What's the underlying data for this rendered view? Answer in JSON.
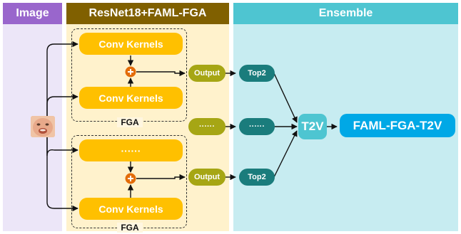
{
  "headers": {
    "image": "Image",
    "model": "ResNet18+FAML-FGA",
    "ensemble": "Ensemble"
  },
  "branches": [
    {
      "top_label": "Conv Kernels",
      "bottom_label": "Conv Kernels",
      "group_label": "FGA",
      "output_label": "Output",
      "top2_label": "Top2"
    },
    {
      "output_label": "······",
      "top2_label": "······"
    },
    {
      "top_label": "······",
      "bottom_label": "Conv Kernels",
      "group_label": "FGA",
      "output_label": "Output",
      "top2_label": "Top2"
    }
  ],
  "t2v_label": "T2V",
  "result_label": "FAML-FGA-T2V",
  "colors": {
    "image_header": "#9966cc",
    "image_panel": "#ece6f8",
    "model_header": "#806000",
    "model_panel": "#fff2cc",
    "ensemble_header": "#4ec5d1",
    "ensemble_panel": "#c7ecf1",
    "conv": "#ffc000",
    "plus": "#e36c09",
    "output": "#a6a614",
    "top2": "#1a7c7c",
    "t2v": "#4ec5d1",
    "result": "#00a8e6"
  },
  "icons": {
    "plus": "plus-circle-icon",
    "face": "baby-face-image"
  }
}
